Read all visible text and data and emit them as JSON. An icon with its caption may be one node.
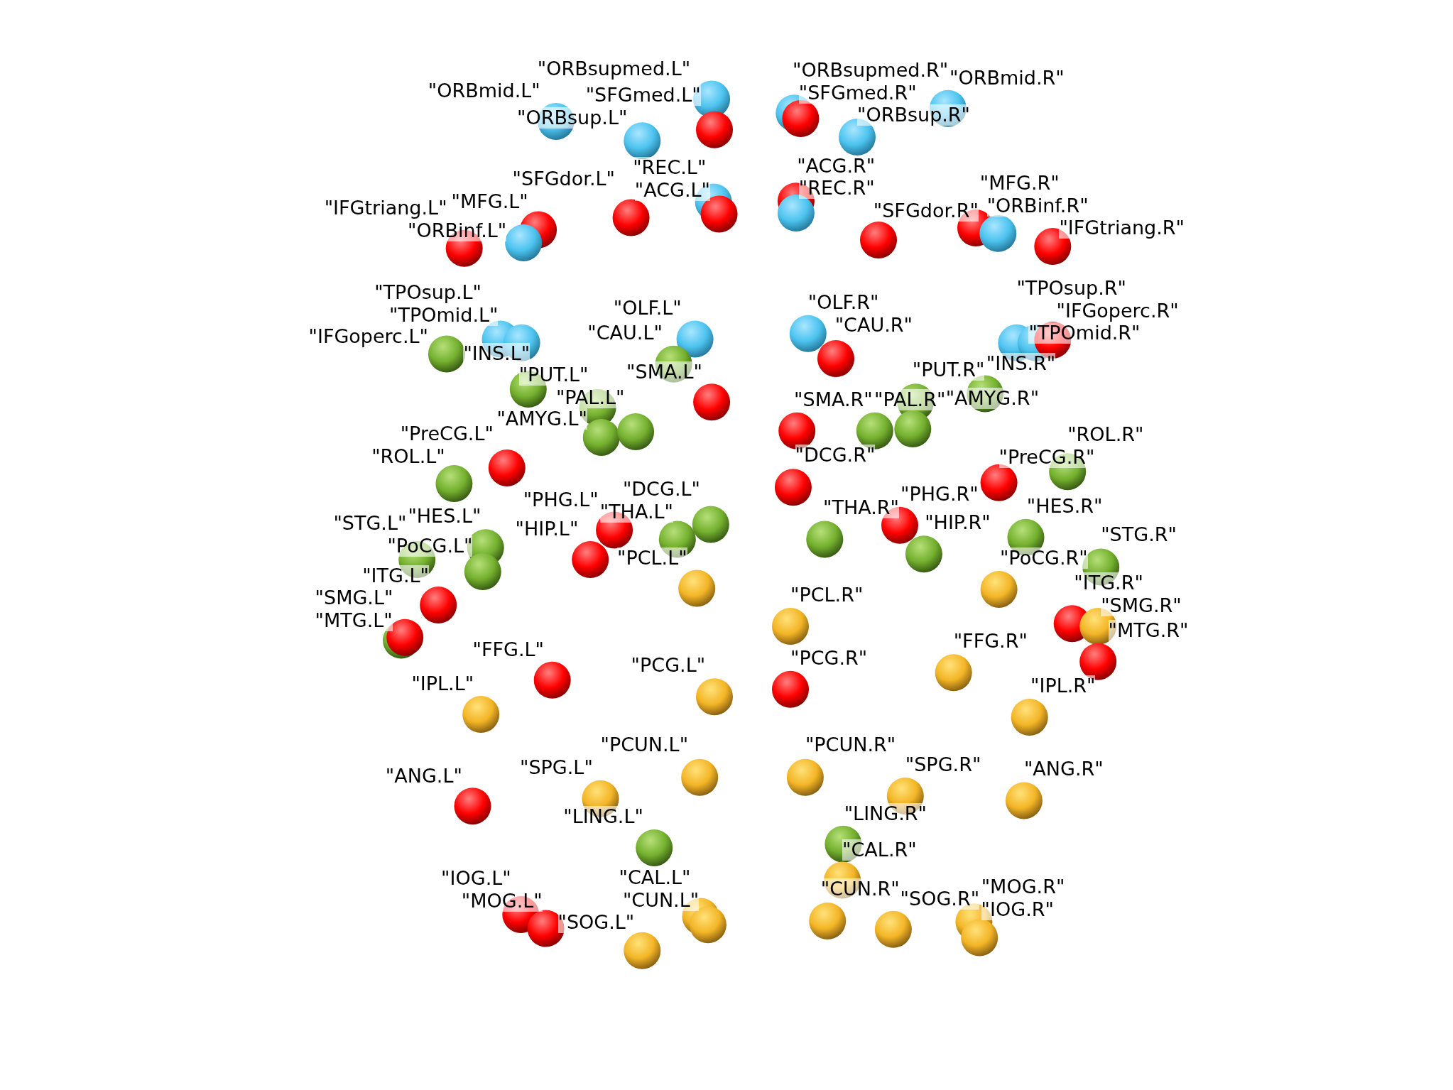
{
  "diagram": {
    "labels": [
      "\"ORBsupmed.L\"",
      "\"ORBmid.L\"",
      "\"SFGmed.L\"",
      "\"ORBsup.L\"",
      "\"REC.L\"",
      "\"ACG.L\"",
      "\"SFGdor.L\"",
      "\"MFG.L\"",
      "\"ORBinf.L\"",
      "\"IFGtriang.L\"",
      "\"TPOsup.L\"",
      "\"TPOmid.L\"",
      "\"OLF.L\"",
      "\"IFGoperc.L\"",
      "\"CAU.L\"",
      "\"INS.L\"",
      "\"PUT.L\"",
      "\"SMA.L\"",
      "\"AMYG.L\"",
      "\"PAL.L\"",
      "\"PreCG.L\"",
      "\"ROL.L\"",
      "\"HES.L\"",
      "\"PHG.L\"",
      "\"DCG.L\"",
      "\"THA.L\"",
      "\"STG.L\"",
      "\"PoCG.L\"",
      "\"HIP.L\"",
      "\"PCL.L\"",
      "\"ITG.L\"",
      "\"SMG.L\"",
      "\"MTG.L\"",
      "\"FFG.L\"",
      "\"PCG.L\"",
      "\"IPL.L\"",
      "\"PCUN.L\"",
      "\"SPG.L\"",
      "\"ANG.L\"",
      "\"LING.L\"",
      "\"IOG.L\"",
      "\"MOG.L\"",
      "\"CAL.L\"",
      "\"CUN.L\"",
      "\"SOG.L\"",
      "\"ORBsupmed.R\"",
      "\"SFGmed.R\"",
      "\"ORBmid.R\"",
      "\"ORBsup.R\"",
      "\"ACG.R\"",
      "\"REC.R\"",
      "\"SFGdor.R\"",
      "\"MFG.R\"",
      "\"ORBinf.R\"",
      "\"IFGtriang.R\"",
      "\"OLF.R\"",
      "\"CAU.R\"",
      "\"TPOsup.R\"",
      "\"TPOmid.R\"",
      "\"IFGoperc.R\"",
      "\"PUT.R\"",
      "\"INS.R\"",
      "\"SMA.R\"",
      "\"PAL.R\"",
      "\"AMYG.R\"",
      "\"DCG.R\"",
      "\"PreCG.R\"",
      "\"ROL.R\"",
      "\"PHG.R\"",
      "\"THA.R\"",
      "\"HIP.R\"",
      "\"HES.R\"",
      "\"STG.R\"",
      "\"PoCG.R\"",
      "\"PCL.R\"",
      "\"ITG.R\"",
      "\"SMG.R\"",
      "\"MTG.R\"",
      "\"FFG.R\"",
      "\"PCG.R\"",
      "\"IPL.R\"",
      "\"PCUN.R\"",
      "\"SPG.R\"",
      "\"ANG.R\"",
      "\"LING.R\"",
      "\"CAL.R\"",
      "\"CUN.R\"",
      "\"SOG.R\"",
      "\"MOG.R\"",
      "\"IOG.R\""
    ]
  }
}
